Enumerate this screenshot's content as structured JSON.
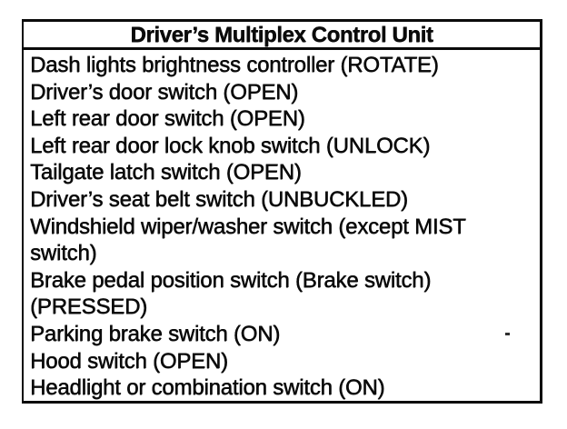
{
  "document": {
    "title": "Driver’s Multiplex Control Unit",
    "switches": [
      "Dash lights brightness controller (ROTATE)",
      "Driver’s door switch (OPEN)",
      "Left rear door switch (OPEN)",
      "Left rear door lock knob switch (UNLOCK)",
      "Tailgate latch switch (OPEN)",
      "Driver’s seat belt switch (UNBUCKLED)",
      "Windshield wiper/washer switch (except MIST switch)",
      "Brake pedal position switch (Brake switch) (PRESSED)",
      "Parking brake switch (ON)",
      "Hood switch (OPEN)",
      "Headlight or combination switch (ON)"
    ]
  },
  "colors": {
    "ink": "#0b0b0b",
    "paper": "#ffffff"
  }
}
